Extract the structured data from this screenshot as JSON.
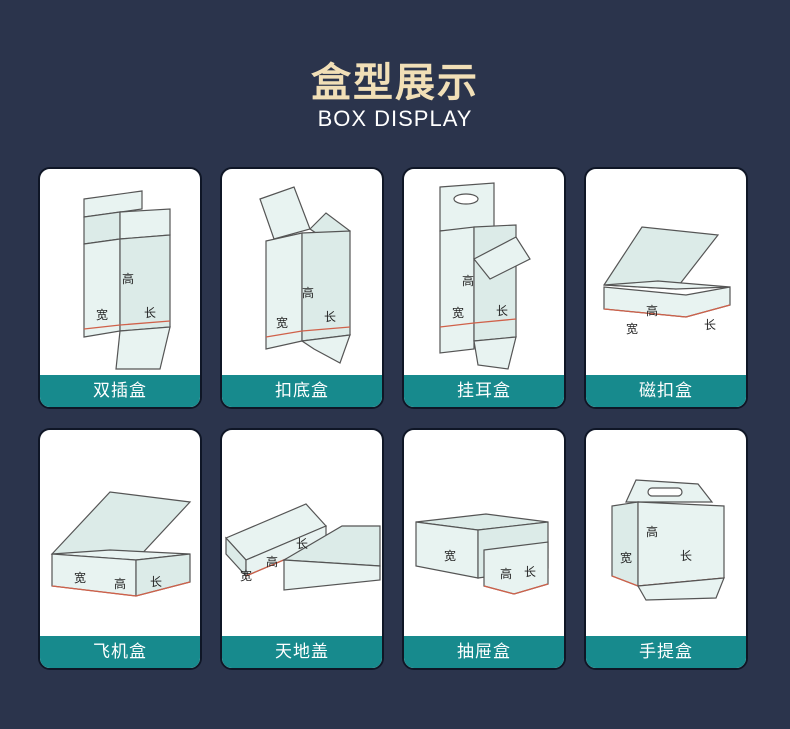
{
  "header": {
    "title": "盒型展示",
    "subtitle": "BOX DISPLAY"
  },
  "dims": {
    "height": "高",
    "width": "宽",
    "length": "长"
  },
  "boxes": [
    {
      "label": "双插盒"
    },
    {
      "label": "扣底盒"
    },
    {
      "label": "挂耳盒"
    },
    {
      "label": "磁扣盒"
    },
    {
      "label": "飞机盒"
    },
    {
      "label": "天地盖"
    },
    {
      "label": "抽屉盒"
    },
    {
      "label": "手提盒"
    }
  ]
}
